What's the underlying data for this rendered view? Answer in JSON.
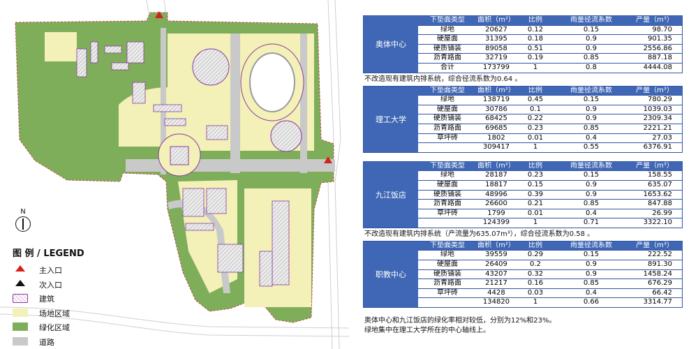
{
  "legend": {
    "title": "图 例 / LEGEND",
    "north": "N",
    "items": [
      {
        "key": "main-entrance",
        "label": "主入口"
      },
      {
        "key": "side-entrance",
        "label": "次入口"
      },
      {
        "key": "building",
        "label": "建筑"
      },
      {
        "key": "site-area",
        "label": "场地区域"
      },
      {
        "key": "green-area",
        "label": "绿化区域"
      },
      {
        "key": "road",
        "label": "道路"
      }
    ]
  },
  "colors": {
    "header": "#3f67b5",
    "border": "#2f55a4",
    "green": "#7fae5a",
    "site": "#f3f0b8",
    "road": "#c9c9c9",
    "building_outline": "#8a3aa0",
    "entrance": "#d62020"
  },
  "columns": [
    "下垫面类型",
    "面积（m²）",
    "比例",
    "雨量径流系数",
    "产量（m³）"
  ],
  "tables": [
    {
      "name": "奥体中心",
      "rows": [
        [
          "绿地",
          "20627",
          "0.12",
          "0.15",
          "98.70"
        ],
        [
          "硬屋面",
          "31395",
          "0.18",
          "0.9",
          "901.35"
        ],
        [
          "硬质铺装",
          "89058",
          "0.51",
          "0.9",
          "2556.86"
        ],
        [
          "沥青路面",
          "32719",
          "0.19",
          "0.85",
          "887.18"
        ],
        [
          "合计",
          "173799",
          "1",
          "0.8",
          "4444.08"
        ]
      ],
      "note": "不改造现有建筑内排系统，综合径流系数为0.64 。"
    },
    {
      "name": "理工大学",
      "rows": [
        [
          "绿地",
          "138719",
          "0.45",
          "0.15",
          "780.29"
        ],
        [
          "硬屋面",
          "30786",
          "0.1",
          "0.9",
          "1039.03"
        ],
        [
          "硬质铺装",
          "68425",
          "0.22",
          "0.9",
          "2309.34"
        ],
        [
          "沥青路面",
          "69685",
          "0.23",
          "0.85",
          "2221.21"
        ],
        [
          "草坪砖",
          "1802",
          "0.01",
          "0.4",
          "27.03"
        ],
        [
          "",
          "309417",
          "1",
          "0.55",
          "6376.91"
        ]
      ],
      "note": ""
    },
    {
      "name": "九江饭店",
      "rows": [
        [
          "绿地",
          "28187",
          "0.23",
          "0.15",
          "158.55"
        ],
        [
          "硬屋面",
          "18817",
          "0.15",
          "0.9",
          "635.07"
        ],
        [
          "硬质铺装",
          "48996",
          "0.39",
          "0.9",
          "1653.62"
        ],
        [
          "沥青路面",
          "26600",
          "0.21",
          "0.85",
          "847.88"
        ],
        [
          "草坪砖",
          "1799",
          "0.01",
          "0.4",
          "26.99"
        ],
        [
          "",
          "124399",
          "1",
          "0.71",
          "3322.10"
        ]
      ],
      "note": "不改造现有建筑内排系统（产流量为635.07m³），综合径流系数为0.58 。"
    },
    {
      "name": "职教中心",
      "rows": [
        [
          "绿地",
          "39559",
          "0.29",
          "0.15",
          "222.52"
        ],
        [
          "硬屋面",
          "26409",
          "0.2",
          "0.9",
          "891.30"
        ],
        [
          "硬质铺装",
          "43207",
          "0.32",
          "0.9",
          "1458.24"
        ],
        [
          "沥青路面",
          "21217",
          "0.16",
          "0.85",
          "676.29"
        ],
        [
          "草坪砖",
          "4428",
          "0.03",
          "0.4",
          "66.42"
        ],
        [
          "",
          "134820",
          "1",
          "0.66",
          "3314.77"
        ]
      ],
      "note": ""
    }
  ],
  "footer": [
    "奥体中心和九江饭店的绿化率相对较低，分别为12%和23%。",
    "绿地集中在理工大学所在的中心轴线上。"
  ]
}
